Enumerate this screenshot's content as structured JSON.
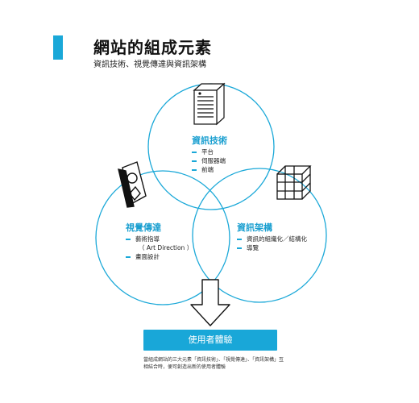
{
  "header": {
    "title": "網站的組成元素",
    "subtitle": "資訊技術、視覺傳達與資訊架構",
    "accent_color": "#1aa8d8"
  },
  "diagram": {
    "circle_color": "#1aa8d8",
    "circles": [
      {
        "title": "資訊技術",
        "icon": "server-icon",
        "items": [
          "平台",
          "伺服器端",
          "前端"
        ]
      },
      {
        "title": "視覺傳達",
        "icon": "shapes-card-icon",
        "items": [
          "藝術指導",
          "（ Art Direction ）",
          "畫面設計"
        ]
      },
      {
        "title": "資訊架構",
        "icon": "wire-cube-icon",
        "items": [
          "資訊的組織化／結構化",
          "導覽"
        ]
      }
    ],
    "result_label": "使用者體驗",
    "caption": "當組成網站的三大元素「資訊技術」、「視覺傳達」、「資訊架構」互相結合時，便可創造出新的使用者體驗"
  }
}
